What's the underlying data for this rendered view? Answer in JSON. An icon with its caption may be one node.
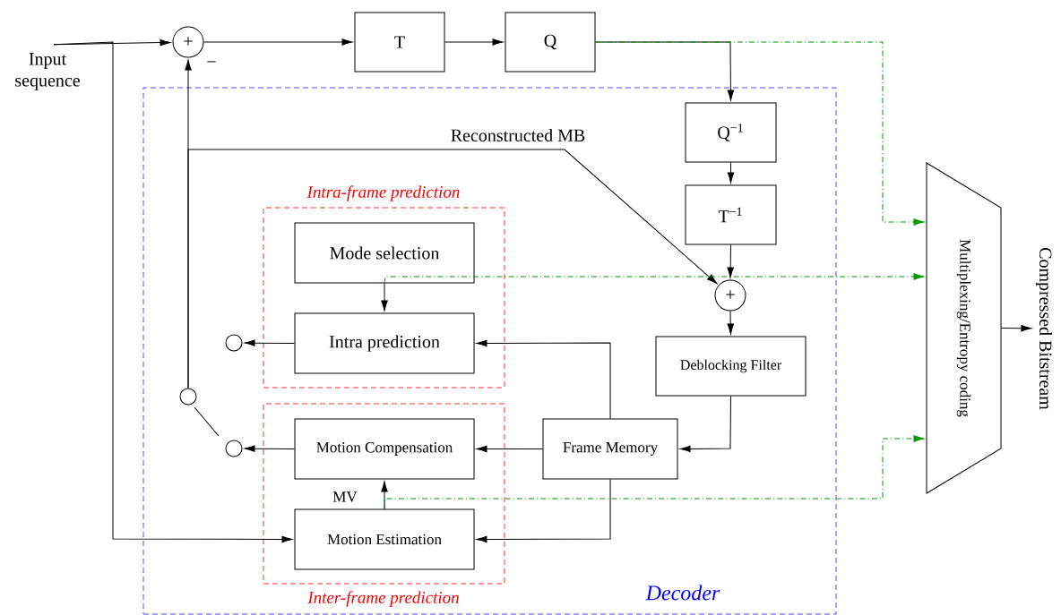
{
  "diagram": {
    "nodes": [
      {
        "text": [
          "Input sequence"
        ]
      },
      {
        "text": [
          "+"
        ],
        "beside": [
          "−"
        ]
      },
      {
        "text": [
          "T"
        ]
      },
      {
        "text": [
          "Q"
        ]
      },
      {
        "text": [
          "Decoder"
        ]
      },
      {
        "text": [
          "Q$^{−1}$"
        ],
        "in": 4
      },
      {
        "text": [
          "T$^{−1}$"
        ],
        "in": 4
      },
      {
        "text": [
          "+"
        ],
        "in": 4
      },
      {
        "text": [
          "Intra-frame prediction"
        ],
        "in": 4
      },
      {
        "text": [
          "Mode selection"
        ],
        "in": 8
      },
      {
        "text": [
          "Intra prediction"
        ],
        "in": 8
      },
      {
        "text": [
          "Deblocking Filter"
        ],
        "in": 4
      },
      {
        "text": [
          "Inter-frame prediction"
        ],
        "in": 4
      },
      {
        "text": [
          "Motion Compensation"
        ],
        "in": 12
      },
      {
        "text": [
          "Motion Estimation"
        ],
        "in": 12
      },
      {
        "text": [
          "Frame Memory"
        ],
        "in": 4
      },
      {
        "text": [],
        "shape": "circle",
        "in": 4
      },
      {
        "text": [],
        "shape": "circle",
        "in": 4
      },
      {
        "text": [],
        "shape": "circle",
        "in": 4
      },
      {
        "text": [
          "Multiplexing/Entropy coding"
        ]
      },
      {
        "text": [
          "Compressed Bitstream"
        ]
      }
    ],
    "edges": [
      {
        "from": 0,
        "to": 1,
        "arrow": "to"
      },
      {
        "from": 0,
        "to": 14,
        "arrow": "to"
      },
      {
        "from": 1,
        "to": 2,
        "arrow": "to"
      },
      {
        "from": 2,
        "to": 3,
        "arrow": "to"
      },
      {
        "from": 3,
        "to": 5,
        "arrow": "to"
      },
      {
        "from": 3,
        "to": 19,
        "arrow": "to",
        "style": "dashed",
        "color": "#009900"
      },
      {
        "from": 5,
        "to": 6,
        "arrow": "to"
      },
      {
        "from": 6,
        "to": 7,
        "arrow": "to"
      },
      {
        "from": 18,
        "to": 1,
        "arrow": "to"
      },
      {
        "from": 18,
        "to": 7,
        "arrow": "to",
        "label": "Reconstructed MB"
      },
      {
        "from": 9,
        "to": 10,
        "arrow": "to"
      },
      {
        "from": 9,
        "to": 19,
        "arrow": "to",
        "style": "dashed",
        "color": "#009900"
      },
      {
        "from": 7,
        "to": 11,
        "arrow": "to"
      },
      {
        "from": 10,
        "to": 16,
        "arrow": "to"
      },
      {
        "from": 15,
        "to": 10,
        "arrow": "to"
      },
      {
        "from": 11,
        "to": 15,
        "arrow": "to"
      },
      {
        "from": 15,
        "to": 13,
        "arrow": "to"
      },
      {
        "from": 13,
        "to": 17,
        "arrow": "to"
      },
      {
        "from": 15,
        "to": 14,
        "arrow": "to"
      },
      {
        "from": 14,
        "to": 13,
        "arrow": "to",
        "label": "MV"
      },
      {
        "from": 14,
        "to": 19,
        "arrow": "to",
        "style": "dashed",
        "color": "#009900"
      },
      {
        "from": 19,
        "to": 20,
        "arrow": "to"
      }
    ]
  }
}
